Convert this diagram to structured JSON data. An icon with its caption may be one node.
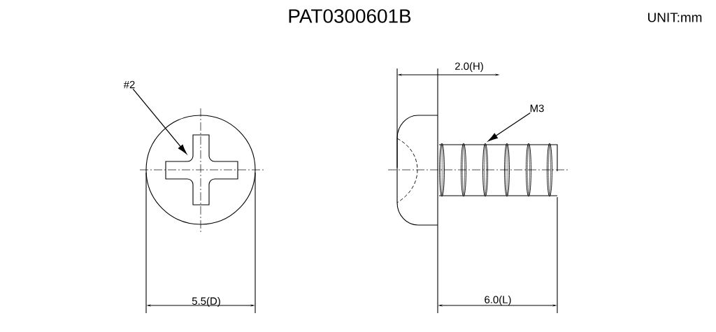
{
  "diagram": {
    "title": "PAT0300601B",
    "nodes": [
      {
        "text": [
          "#2"
        ]
      },
      {
        "text": [],
        "shape": "picture"
      },
      {
        "text": [
          "M3"
        ]
      },
      {
        "text": [],
        "shape": "picture"
      }
    ],
    "edges": [
      {
        "from": 0,
        "to": 1,
        "arrow": "to"
      },
      {
        "from": 2,
        "to": 3,
        "arrow": "to"
      }
    ],
    "labels": [
      "UNIT:mm",
      "2.0(H)",
      "5.5(D)",
      "6.0(L)"
    ]
  }
}
